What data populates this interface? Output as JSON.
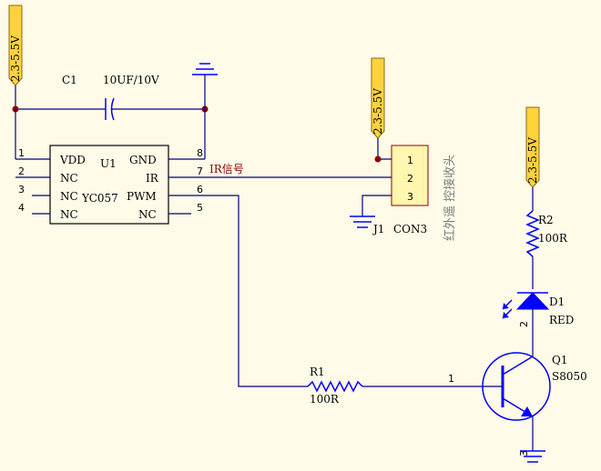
{
  "power_label": "2.3-5.5V",
  "c1": {
    "ref": "C1",
    "value": "10UF/10V"
  },
  "u1": {
    "ref": "U1",
    "part": "YC057",
    "pins_left": [
      "VDD",
      "NC",
      "NC",
      "NC"
    ],
    "pins_right": [
      "GND",
      "IR",
      "PWM",
      "NC"
    ],
    "pin_nums_left": [
      "1",
      "2",
      "3",
      "4"
    ],
    "pin_nums_right": [
      "8",
      "7",
      "6",
      "5"
    ]
  },
  "ir_net_label": "IR信号",
  "j1": {
    "ref": "J1",
    "part": "CON3",
    "pins": [
      "1",
      "2",
      "3"
    ]
  },
  "j1_caption": "红外遥 控接收头",
  "r2": {
    "ref": "R2",
    "value": "100R"
  },
  "d1": {
    "ref": "D1",
    "value": "RED",
    "pin": "2"
  },
  "q1": {
    "ref": "Q1",
    "part": "S8050",
    "pin_base": "1",
    "pin_emitter": "3"
  },
  "r1": {
    "ref": "R1",
    "value": "100R"
  },
  "colors": {
    "background": "#fffbe8",
    "wire": "#000080",
    "component": "#0000ff",
    "net_label": "#8b0000",
    "power_flag": "#ffd23c"
  }
}
